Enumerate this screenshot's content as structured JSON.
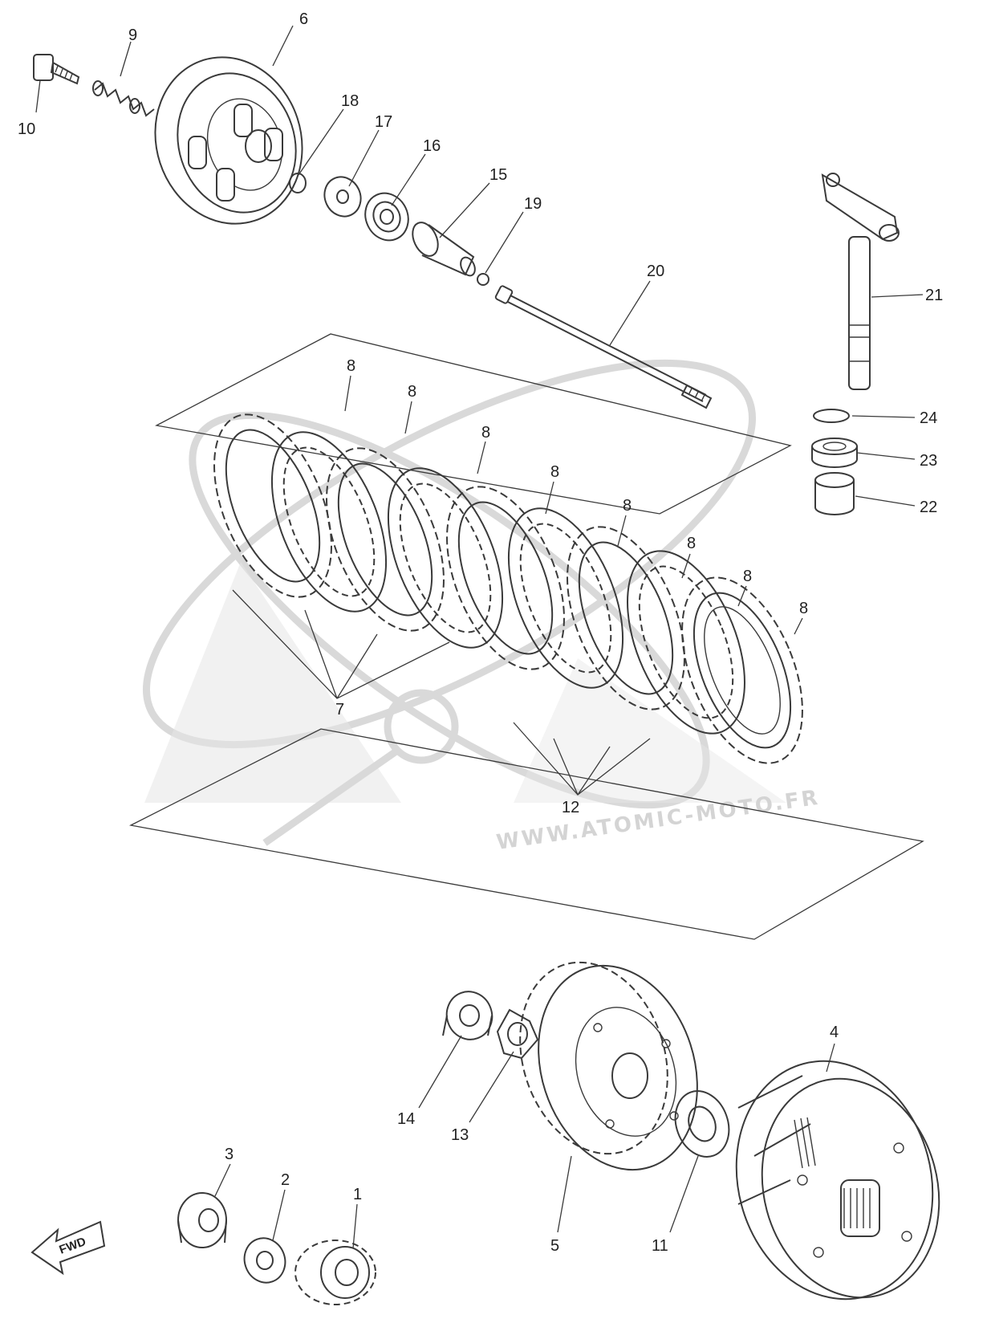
{
  "watermark": {
    "url_text": "WWW.ATOMIC-MOTO.FR"
  },
  "fwd_label": "FWD",
  "callouts": {
    "c1": "1",
    "c2": "2",
    "c3": "3",
    "c4": "4",
    "c5": "5",
    "c6": "6",
    "c7": "7",
    "c8": "8",
    "c9": "9",
    "c10": "10",
    "c11": "11",
    "c12": "12",
    "c13": "13",
    "c14": "14",
    "c15": "15",
    "c16": "16",
    "c17": "17",
    "c18": "18",
    "c19": "19",
    "c20": "20",
    "c21": "21",
    "c22": "22",
    "c23": "23",
    "c24": "24"
  }
}
